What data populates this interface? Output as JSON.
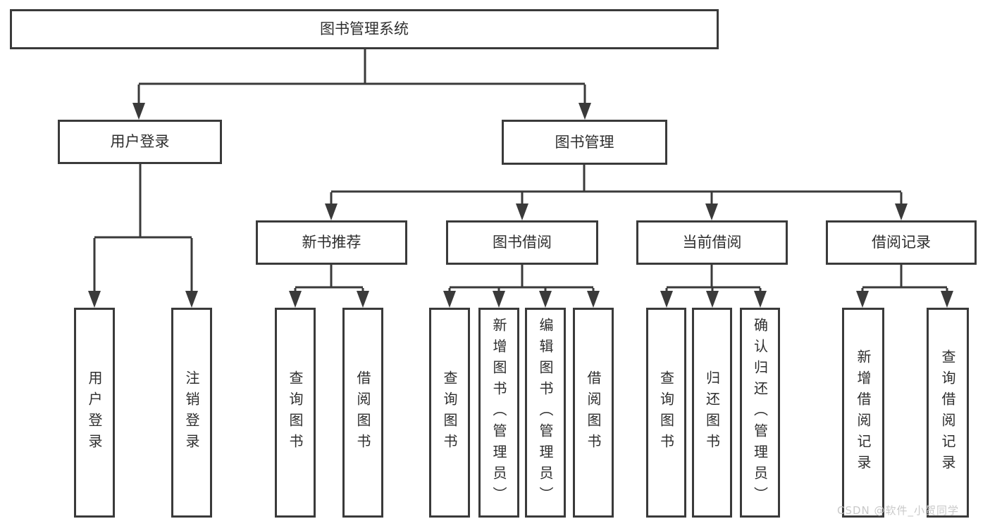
{
  "diagram": {
    "title_node": {
      "label": "图书管理系统"
    },
    "branches": [
      {
        "label": "用户登录",
        "children": [
          {
            "label": "用户登录"
          },
          {
            "label": "注销登录"
          }
        ]
      },
      {
        "label": "图书管理",
        "children": [
          {
            "label": "新书推荐",
            "children": [
              {
                "label": "查询图书"
              },
              {
                "label": "借阅图书"
              }
            ]
          },
          {
            "label": "图书借阅",
            "children": [
              {
                "label": "查询图书"
              },
              {
                "label": "新增图书（管理员）"
              },
              {
                "label": "编辑图书（管理员）"
              },
              {
                "label": "借阅图书"
              }
            ]
          },
          {
            "label": "当前借阅",
            "children": [
              {
                "label": "查询图书"
              },
              {
                "label": "归还图书"
              },
              {
                "label": "确认归还（管理员）"
              }
            ]
          },
          {
            "label": "借阅记录",
            "children": [
              {
                "label": "新增借阅记录"
              },
              {
                "label": "查询借阅记录"
              }
            ]
          }
        ]
      }
    ]
  },
  "watermark": {
    "text": "CSDN @软件_小贺同学",
    "color": "#c9c9c9"
  },
  "colors": {
    "line": "#3a3a3a",
    "box_border": "#3a3a3a",
    "text": "#2e2e2e",
    "background": "#ffffff"
  }
}
